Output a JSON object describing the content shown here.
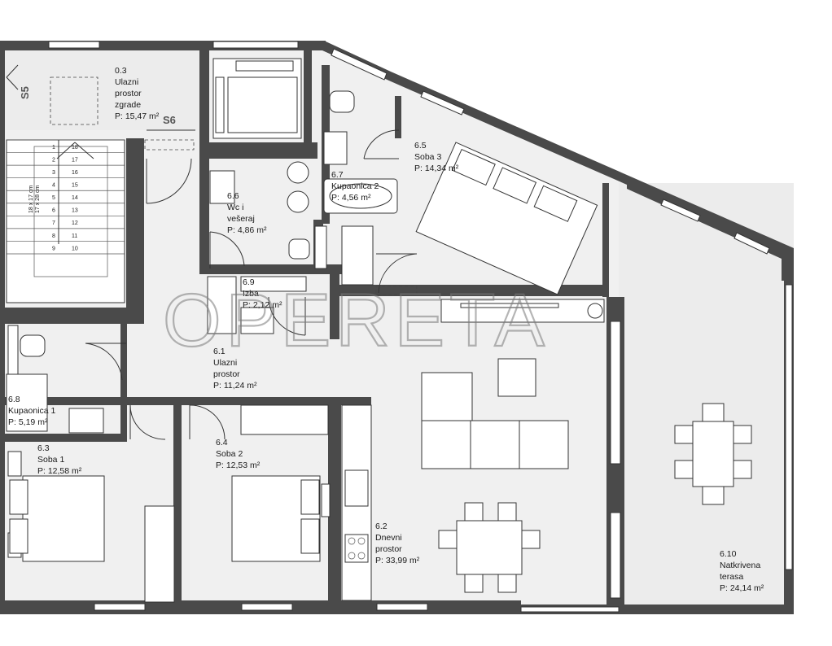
{
  "watermark": "OPERETA",
  "sections": {
    "s5": "S5",
    "s6": "S6"
  },
  "rooms": [
    {
      "id": "0.3",
      "name_lines": [
        "Ulazni",
        "prostor",
        "zgrade"
      ],
      "area_text": "P: 15,47 m²"
    },
    {
      "id": "6.1",
      "name_lines": [
        "Ulazni",
        "prostor"
      ],
      "area_text": "P: 11,24 m²"
    },
    {
      "id": "6.2",
      "name_lines": [
        "Dnevni",
        "prostor"
      ],
      "area_text": "P: 33,99 m²"
    },
    {
      "id": "6.3",
      "name_lines": [
        "Soba 1"
      ],
      "area_text": "P: 12,58 m²"
    },
    {
      "id": "6.4",
      "name_lines": [
        "Soba 2"
      ],
      "area_text": "P: 12,53 m²"
    },
    {
      "id": "6.5",
      "name_lines": [
        "Soba 3"
      ],
      "area_text": "P: 14,34 m²"
    },
    {
      "id": "6.6",
      "name_lines": [
        "Wc i",
        "vešeraj"
      ],
      "area_text": "P: 4,86 m²"
    },
    {
      "id": "6.7",
      "name_lines": [
        "Kupaonica 2"
      ],
      "area_text": "P: 4,56 m²"
    },
    {
      "id": "6.8",
      "name_lines": [
        "Kupaonica 1"
      ],
      "area_text": "P: 5,19 m²"
    },
    {
      "id": "6.9",
      "name_lines": [
        "Izba"
      ],
      "area_text": "P: 2,12 m²"
    },
    {
      "id": "6.10",
      "name_lines": [
        "Natkrivena",
        "terasa"
      ],
      "area_text": "P: 24,14 m²"
    }
  ],
  "stairs": {
    "left_steps": [
      "1",
      "2",
      "3",
      "4",
      "5",
      "6",
      "7",
      "8",
      "9"
    ],
    "right_steps": [
      "18",
      "17",
      "16",
      "15",
      "14",
      "13",
      "12",
      "11",
      "10"
    ],
    "note_a": "18 x 17 cm",
    "note_b": "17 x 28 cm"
  }
}
